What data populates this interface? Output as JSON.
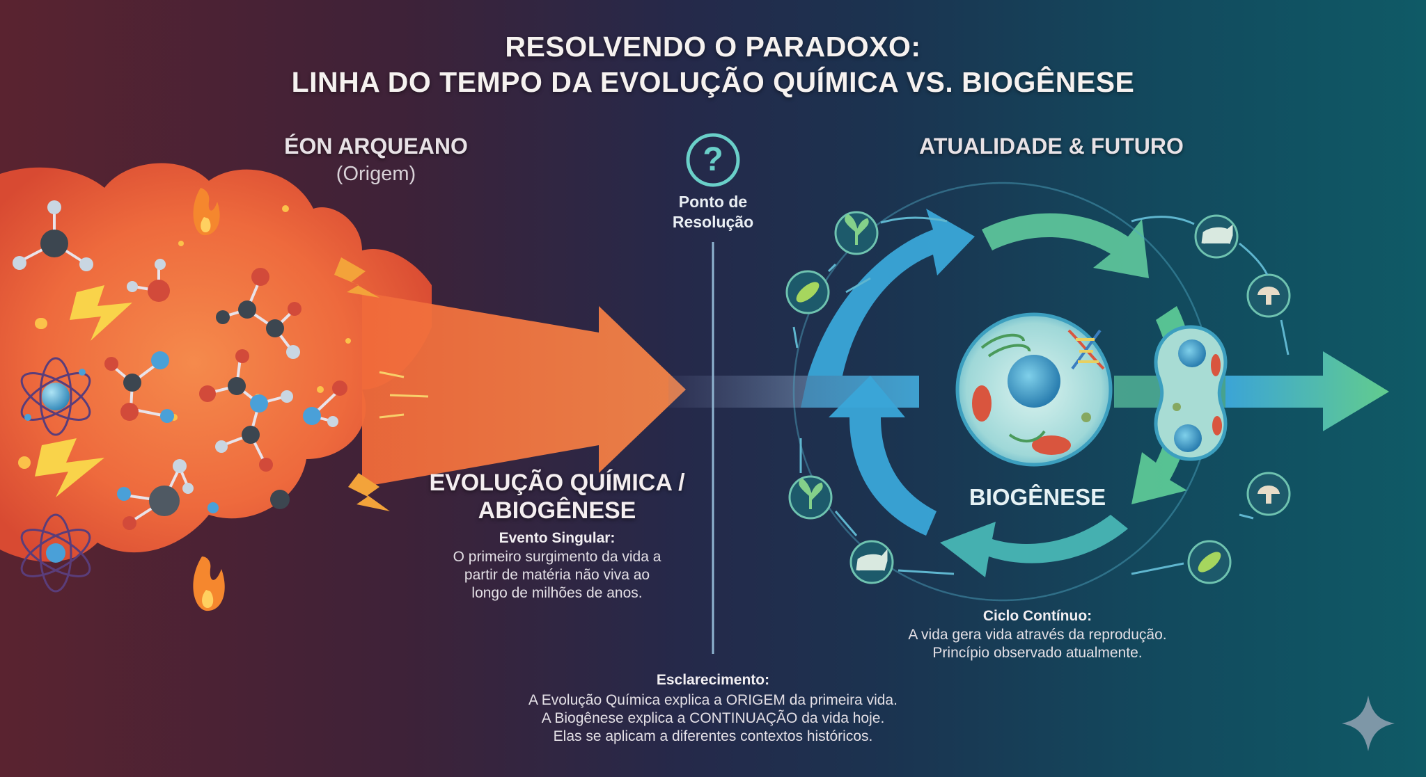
{
  "title": {
    "line1": "RESOLVENDO O PARADOXO:",
    "line2": "LINHA DO TEMPO DA EVOLUÇÃO QUÍMICA VS. BIOGÊNESE"
  },
  "left": {
    "era": "ÉON ARQUEANO",
    "era_sub": "(Origem)",
    "label_line1": "EVOLUÇÃO QUÍMICA /",
    "label_line2": "ABIOGÊNESE",
    "event_title": "Evento Singular:",
    "event_lines": [
      "O primeiro surgimento da vida a",
      "partir de matéria não viva ao",
      "longo de milhões de anos."
    ]
  },
  "center": {
    "icon": "question-mark-icon",
    "question_glyph": "?",
    "label_line1": "Ponto de",
    "label_line2": "Resolução"
  },
  "right": {
    "era": "ATUALIDADE & FUTURO",
    "cycle_label": "BIOGÊNESE",
    "cycle_title": "Ciclo Contínuo:",
    "cycle_lines": [
      "A vida gera vida através da reprodução.",
      "Princípio observado atualmente."
    ]
  },
  "footer": {
    "title": "Esclarecimento:",
    "lines": [
      "A Evolução Química explica a ORIGEM da primeira vida.",
      "A Biogênese explica a CONTINUAÇÃO da vida hoje.",
      "Elas se aplicam a diferentes contextos históricos."
    ]
  },
  "colors": {
    "fire": "#f0653a",
    "fire_dark": "#d94a2b",
    "bio_blue": "#3aa8d8",
    "bio_green": "#5cc896",
    "text": "#ffffff"
  },
  "icons": [
    "flame-icon",
    "lightning-icon",
    "molecule-icon",
    "atom-icon",
    "plant-icon",
    "bacteria-icon",
    "animal-icon",
    "mushroom-icon",
    "dna-icon",
    "cell-icon",
    "sparkle-icon"
  ]
}
